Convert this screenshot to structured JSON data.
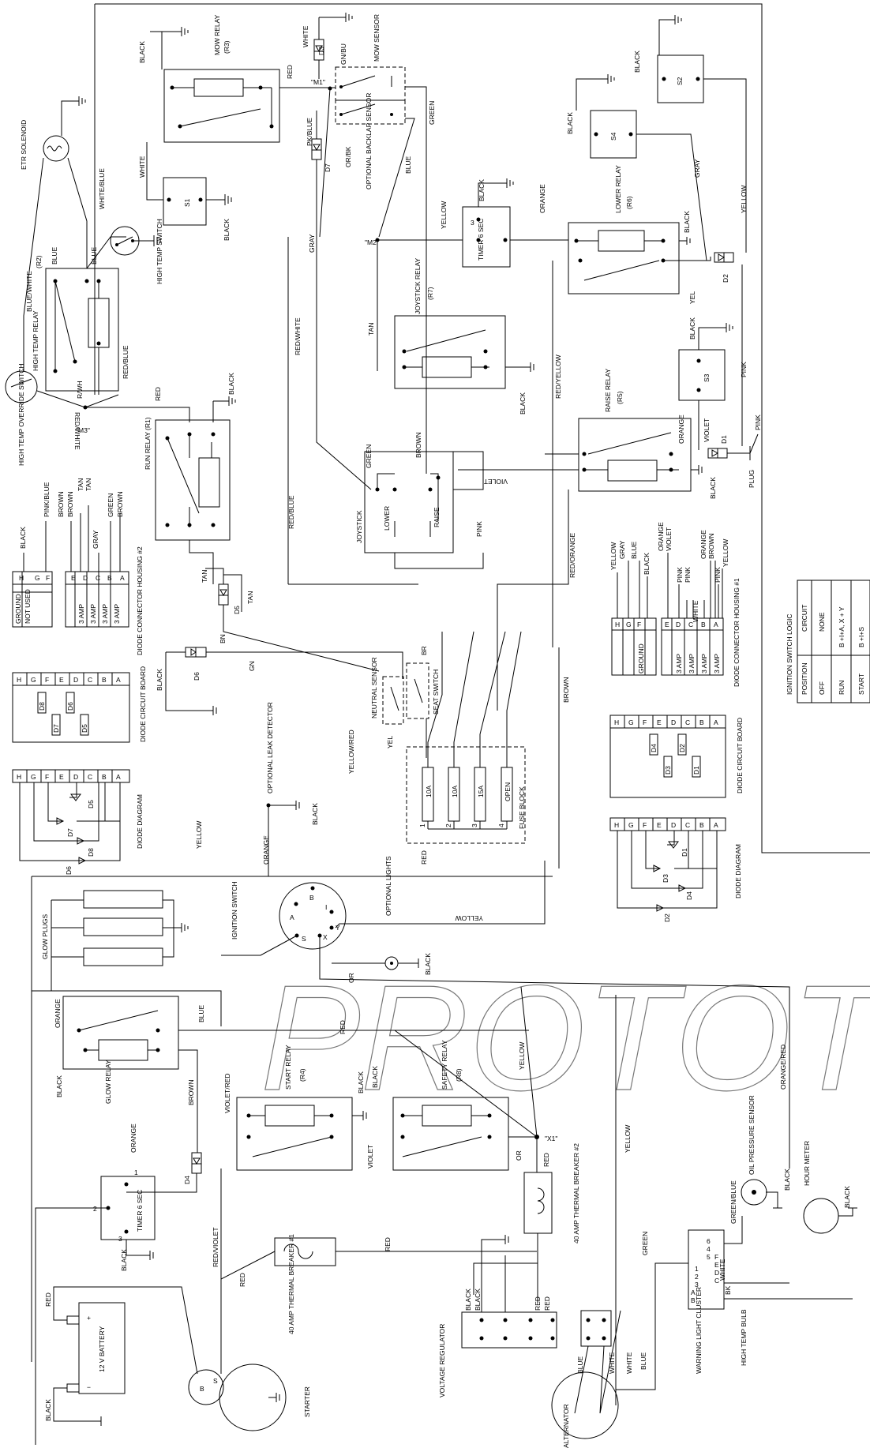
{
  "watermark": "PROTOTYPE",
  "components": {
    "mow_relay": "MOW RELAY",
    "mow_relay_id": "(R3)",
    "mow_sensor": "MOW SENSOR",
    "optional_backlap_sensor": "OPTIONAL BACKLAP SENSOR",
    "etr_solenoid": "ETR SOLENOID",
    "high_temp_relay": "HIGH TEMP RELAY",
    "high_temp_relay_id": "(R2)",
    "high_temp_switch": "HIGH TEMP SWITCH",
    "high_temp_override_switch": "HIGH TEMP OVERRIDE SWITCH",
    "run_relay": "RUN RELAY",
    "run_relay_id": "(R1)",
    "joystick_relay": "JOYSTICK RELAY",
    "joystick_relay_id": "(R7)",
    "lower_relay": "LOWER RELAY",
    "lower_relay_id": "(R6)",
    "raise_relay": "RAISE RELAY",
    "raise_relay_id": "(R5)",
    "timer_top": "TIMER 6 SEC",
    "joystick": "JOYSTICK",
    "lower": "LOWER",
    "raise": "RAISE",
    "neutral_sensor": "NEUTRAL SENSOR",
    "seat_switch": "SEAT SWITCH",
    "fuse_block": "FUSE BLOCK",
    "optional_leak_detector": "OPTIONAL LEAK DETECTOR",
    "ignition_switch": "IGNITION SWITCH",
    "optional_lights": "OPTIONAL LIGHTS",
    "glow_plugs": "GLOW PLUGS",
    "glow_relay": "GLOW RELAY",
    "timer_bottom": "TIMER 6 SEC",
    "start_relay": "START RELAY",
    "start_relay_id": "(R4)",
    "safety_relay": "SAFETY RELAY",
    "safety_relay_id": "(R8)",
    "thermal_breaker_2": "40 AMP THERMAL BREAKER #2",
    "thermal_breaker_1": "40 AMP THERMAL BREAKER #1",
    "voltage_regulator": "VOLTAGE REGULATOR",
    "alternator": "ALTERNATOR",
    "battery": "12 V BATTERY",
    "starter": "STARTER",
    "warning_light_cluster": "WARNING LIGHT CLUSTER",
    "high_temp_bulb": "HIGH TEMP BULB",
    "oil_pressure_sensor": "OIL PRESSURE SENSOR",
    "hour_meter": "HOUR METER",
    "plug": "PLUG",
    "diode_connector_1": "DIODE CONNECTOR HOUSING #1",
    "diode_connector_2": "DIODE CONNECTOR HOUSING #2",
    "diode_circuit_board": "DIODE CIRCUIT BOARD",
    "diode_diagram": "DIODE DIAGRAM"
  },
  "nodes": {
    "m1": "\"M1\"",
    "m2": "\"M2\"",
    "m3": "\"M3\"",
    "x1": "\"X1\""
  },
  "switches": {
    "s1": "S1",
    "s2": "S2",
    "s3": "S3",
    "s4": "S4"
  },
  "diodes": {
    "d1": "D1",
    "d2": "D2",
    "d3": "D3",
    "d4": "D4",
    "d5": "D5",
    "d6": "D6",
    "d7": "D7",
    "d8": "D8"
  },
  "fuses": [
    "10A",
    "10A",
    "15A",
    "OPEN"
  ],
  "fuse_numbers": [
    "1",
    "2",
    "3",
    "4"
  ],
  "ignition_terminals": [
    "A",
    "B",
    "I",
    "Y",
    "S",
    "X"
  ],
  "timer_pins": [
    "1",
    "2",
    "3"
  ],
  "cluster_pins": [
    "1",
    "2",
    "3",
    "4",
    "5",
    "6"
  ],
  "cluster_letters": [
    "A",
    "B",
    "C",
    "D",
    "E",
    "F"
  ],
  "cluster_white": "WHITE",
  "wires": {
    "black": "BLACK",
    "white": "WHITE",
    "red": "RED",
    "gn_bu": "GN/BU",
    "green": "GREEN",
    "pk_blue": "PK/BLUE",
    "or_bk": "OR/BK",
    "blue": "BLUE",
    "white_blue": "WHITE/BLUE",
    "blue_white": "BLUE/WHITE",
    "red_blue": "RED/BLUE",
    "r_wh": "R/WH",
    "red_white": "RED/WHITE",
    "gray": "GRAY",
    "yellow": "YELLOW",
    "orange": "ORANGE",
    "tan": "TAN",
    "yel": "YEL",
    "pink": "PINK",
    "violet": "VIOLET",
    "red_yellow": "RED/YELLOW",
    "red_orange": "RED/ORANGE",
    "brown": "BROWN",
    "bn": "BN",
    "gn": "GN",
    "br": "BR",
    "yellow_red": "YELLOW/RED",
    "or": "OR",
    "violet_red": "VIOLET/RED",
    "red_violet": "RED/VIOLET",
    "orange_red": "ORANGE/RED",
    "green_blue": "GREEN/BLUE",
    "bk": "BK"
  },
  "battery_terminals": [
    "+",
    "−"
  ],
  "starter_terminals": [
    "B",
    "S"
  ],
  "connector_letters": [
    "H",
    "G",
    "F",
    "E",
    "D",
    "C",
    "B",
    "A"
  ],
  "connector_2": {
    "left_col": [
      "GROUND",
      "NOT USED",
      "3 AMP",
      "3 AMP",
      "3 AMP",
      "3 AMP"
    ],
    "wire_labels": [
      "BLACK",
      "PINK/BLUE",
      "BROWN",
      "BROWN",
      "TAN",
      "TAN",
      "GRAY",
      "GREEN",
      "BROWN"
    ]
  },
  "connector_1": {
    "left_col": [
      "GROUND",
      "3 AMP",
      "3 AMP",
      "3 AMP",
      "3 AMP"
    ],
    "wire_labels": [
      "YELLOW",
      "GRAY",
      "BLUE",
      "BLACK",
      "ORANGE",
      "VIOLET",
      "PINK",
      "PINK",
      "WHITE",
      "ORANGE",
      "BROWN",
      "PINK",
      "YELLOW"
    ]
  },
  "logic_table": {
    "title": "IGNITION SWITCH LOGIC",
    "headers": [
      "POSITION",
      "CIRCUIT"
    ],
    "rows": [
      [
        "OFF",
        "NONE"
      ],
      [
        "RUN",
        "B +I+A, X + Y"
      ],
      [
        "START",
        "B +I+S"
      ]
    ]
  }
}
